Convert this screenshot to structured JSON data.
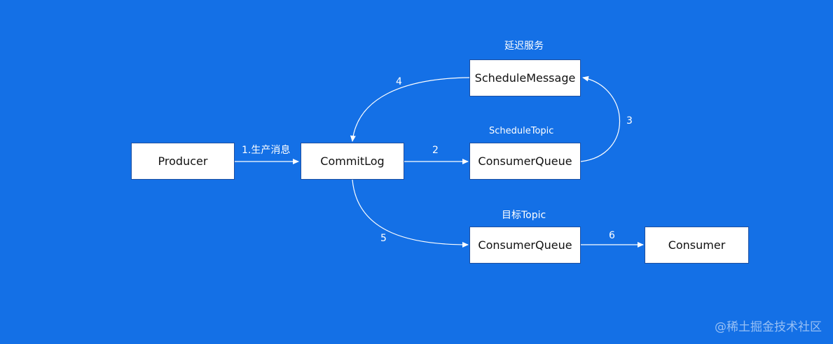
{
  "colors": {
    "background": "#1470e6",
    "node_fill": "#ffffff",
    "edge": "#ffffff"
  },
  "nodes": {
    "producer": "Producer",
    "commitlog": "CommitLog",
    "schedule_message": "ScheduleMessage",
    "consumer_queue_schedule": "ConsumerQueue",
    "consumer_queue_target": "ConsumerQueue",
    "consumer": "Consumer"
  },
  "group_labels": {
    "delay_service": "延迟服务",
    "schedule_topic": "ScheduleTopic",
    "target_topic": "目标Topic"
  },
  "edge_labels": {
    "e1": "1.生产消息",
    "e2": "2",
    "e3": "3",
    "e4": "4",
    "e5": "5",
    "e6": "6"
  },
  "watermark": "@稀土掘金技术社区"
}
